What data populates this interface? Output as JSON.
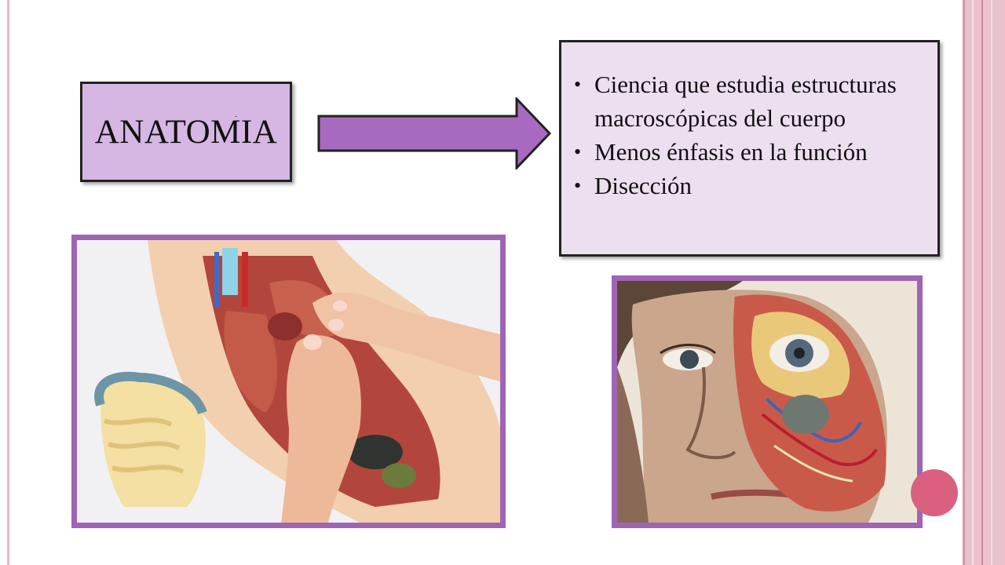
{
  "slide": {
    "title": "ANATOMIA",
    "title_dot": "."
  },
  "definition": {
    "items": [
      {
        "bullet": "•",
        "text": "Ciencia que estudia estructuras macroscópicas del cuerpo"
      },
      {
        "bullet": "•",
        "text": "Menos énfasis en la función"
      },
      {
        "bullet": "•",
        "text": "Disección"
      }
    ]
  },
  "images": {
    "torso_model": {
      "icon": "anatomical-torso-model-image"
    },
    "face_dissection": {
      "icon": "face-dissection-illustration-image"
    }
  },
  "colors": {
    "title_box": "#d6b6e3",
    "definition_box": "#ecdff0",
    "arrow": "#a86ac0",
    "image_border": "#a064b4",
    "accent": "#d9607f"
  }
}
